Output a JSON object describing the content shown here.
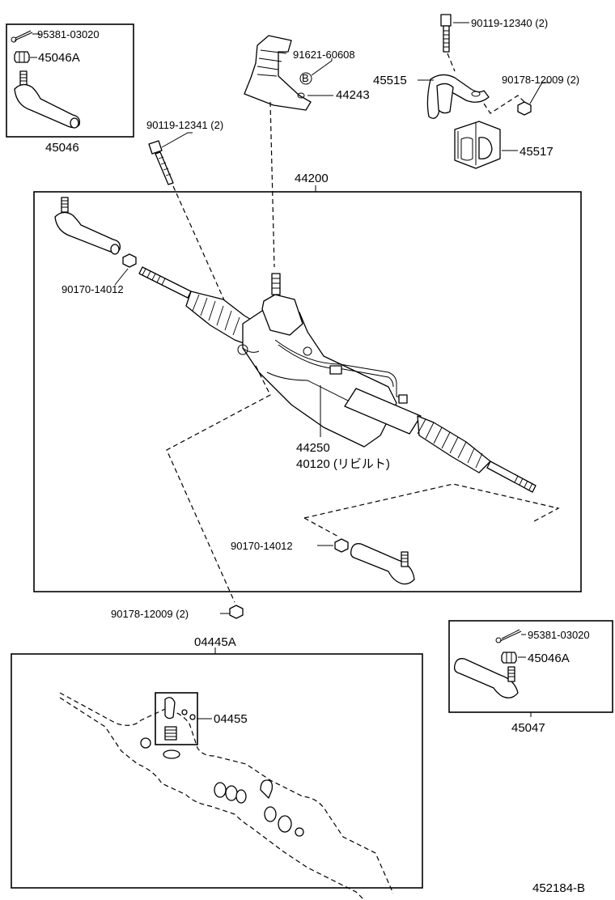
{
  "diagram_code": "452184-B",
  "labels": {
    "p95381_tl": "95381-03020",
    "p45046A_tl": "45046A",
    "p45046": "45046",
    "p91621": "91621-60608",
    "pB": "B",
    "p44243": "44243",
    "p90119_12340": "90119-12340 (2)",
    "p45515": "45515",
    "p90178_top": "90178-12009 (2)",
    "p45517": "45517",
    "p90119_12341": "90119-12341 (2)",
    "p44200": "44200",
    "p90170_a": "90170-14012",
    "p44250": "44250",
    "p40120": "40120 (リビルト)",
    "p90170_b": "90170-14012",
    "p90178_bot": "90178-12009 (2)",
    "p04445A": "04445A",
    "p04455": "04455",
    "p95381_br": "95381-03020",
    "p45046A_br": "45046A",
    "p45047": "45047"
  }
}
